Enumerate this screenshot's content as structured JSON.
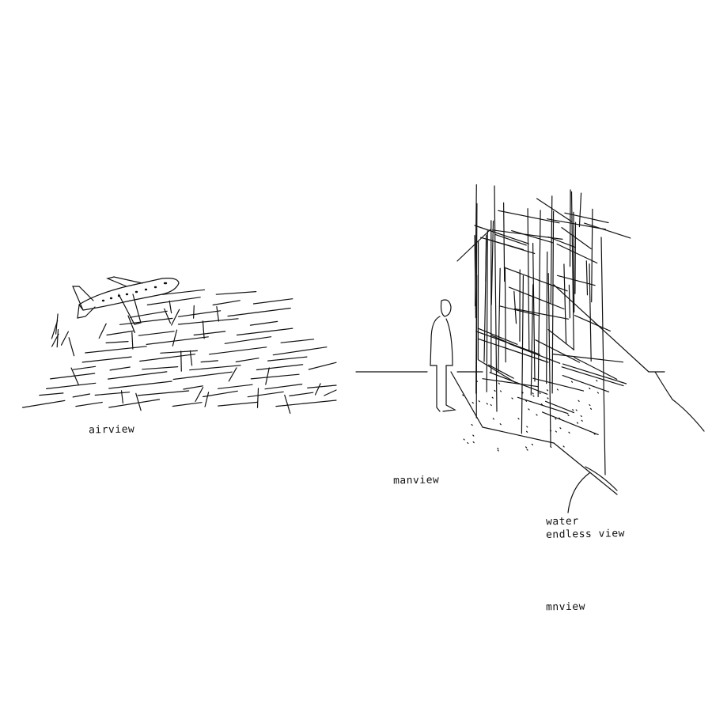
{
  "labels": {
    "airview": "airview",
    "manview": "manview",
    "water": "water",
    "endless_view": "endless view",
    "mnview": "mnview"
  },
  "ink_color": "#111111"
}
